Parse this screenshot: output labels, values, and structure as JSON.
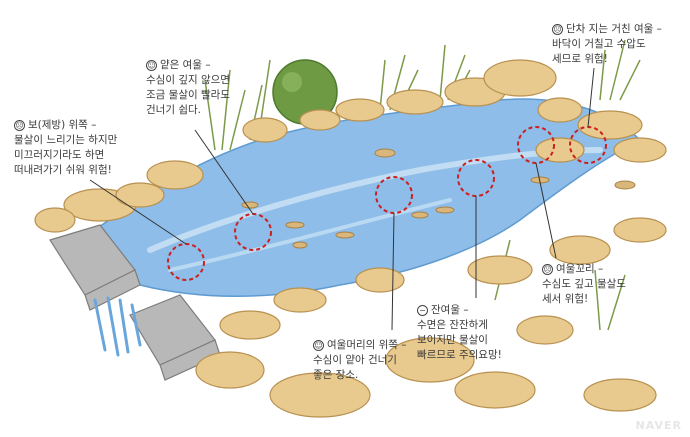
{
  "callouts": {
    "weir": {
      "icon": "sad-face-icon",
      "title": "보(제방) 위쪽 –",
      "lines": [
        "물살이 느리기는 하지만",
        "미끄러지기라도 하면",
        "떠내려가기 쉬워 위험!"
      ]
    },
    "shallow": {
      "icon": "smile-face-icon",
      "title": "얕은 여울 –",
      "lines": [
        "수심이 깊지 않으면",
        "조금 물살이 빨라도",
        "건너기 쉽다."
      ]
    },
    "rough": {
      "icon": "sad-face-icon",
      "title": "단차 지는 거친 여울 –",
      "lines": [
        "바닥이 거칠고 수압도",
        "세므로 위험!"
      ]
    },
    "head": {
      "icon": "smile-face-icon",
      "title": "여울머리의 위쪽 –",
      "lines": [
        "수심이 얕아 건너기",
        "좋은 장소."
      ]
    },
    "calm": {
      "icon": "neutral-face-icon",
      "title": "잔여울 –",
      "lines": [
        "수면은 잔잔하게",
        "보이지만 물살이",
        "빠르므로 주의요망!"
      ]
    },
    "tail": {
      "icon": "sad-face-icon",
      "title": "여울꼬리 –",
      "lines": [
        "수심도 깊고 물살도",
        "세서 위험!"
      ]
    }
  },
  "watermark": "NAVER",
  "colors": {
    "water": "#7fb3e3",
    "water_light": "#c9e1f5",
    "rock": "#e8c98e",
    "rock_edge": "#c9a262",
    "concrete": "#a7a7a7",
    "grass": "#7c9a4a",
    "bush": "#5f8f3a",
    "marker": "#cc1f1f"
  }
}
